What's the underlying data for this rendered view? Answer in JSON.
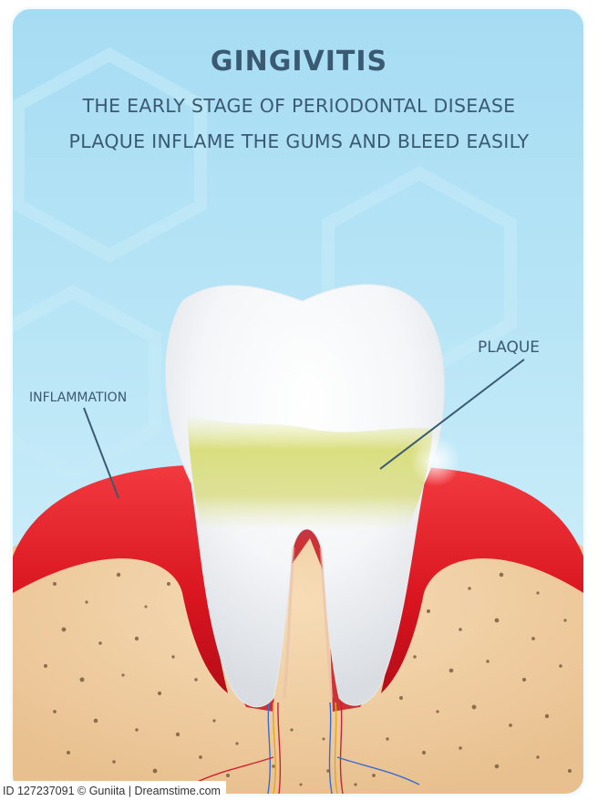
{
  "poster": {
    "title": "GINGIVITIS",
    "subtitle_line1": "THE EARLY STAGE OF PERIODONTAL DISEASE",
    "subtitle_line2": "PLAQUE INFLAME THE GUMS AND BLEED EASILY"
  },
  "labels": {
    "plaque": "PLAQUE",
    "inflammation": "INFLAMMATION"
  },
  "watermark": {
    "credit": "ID 127237091 © Guniita | Dreamstime.com"
  },
  "colors": {
    "background": "#b8e5f6",
    "text": "#3a5a72",
    "gum": "#e0202a",
    "bone": "#f1cfa4",
    "plaque": "#d8de7a",
    "tooth": "#ffffff"
  }
}
